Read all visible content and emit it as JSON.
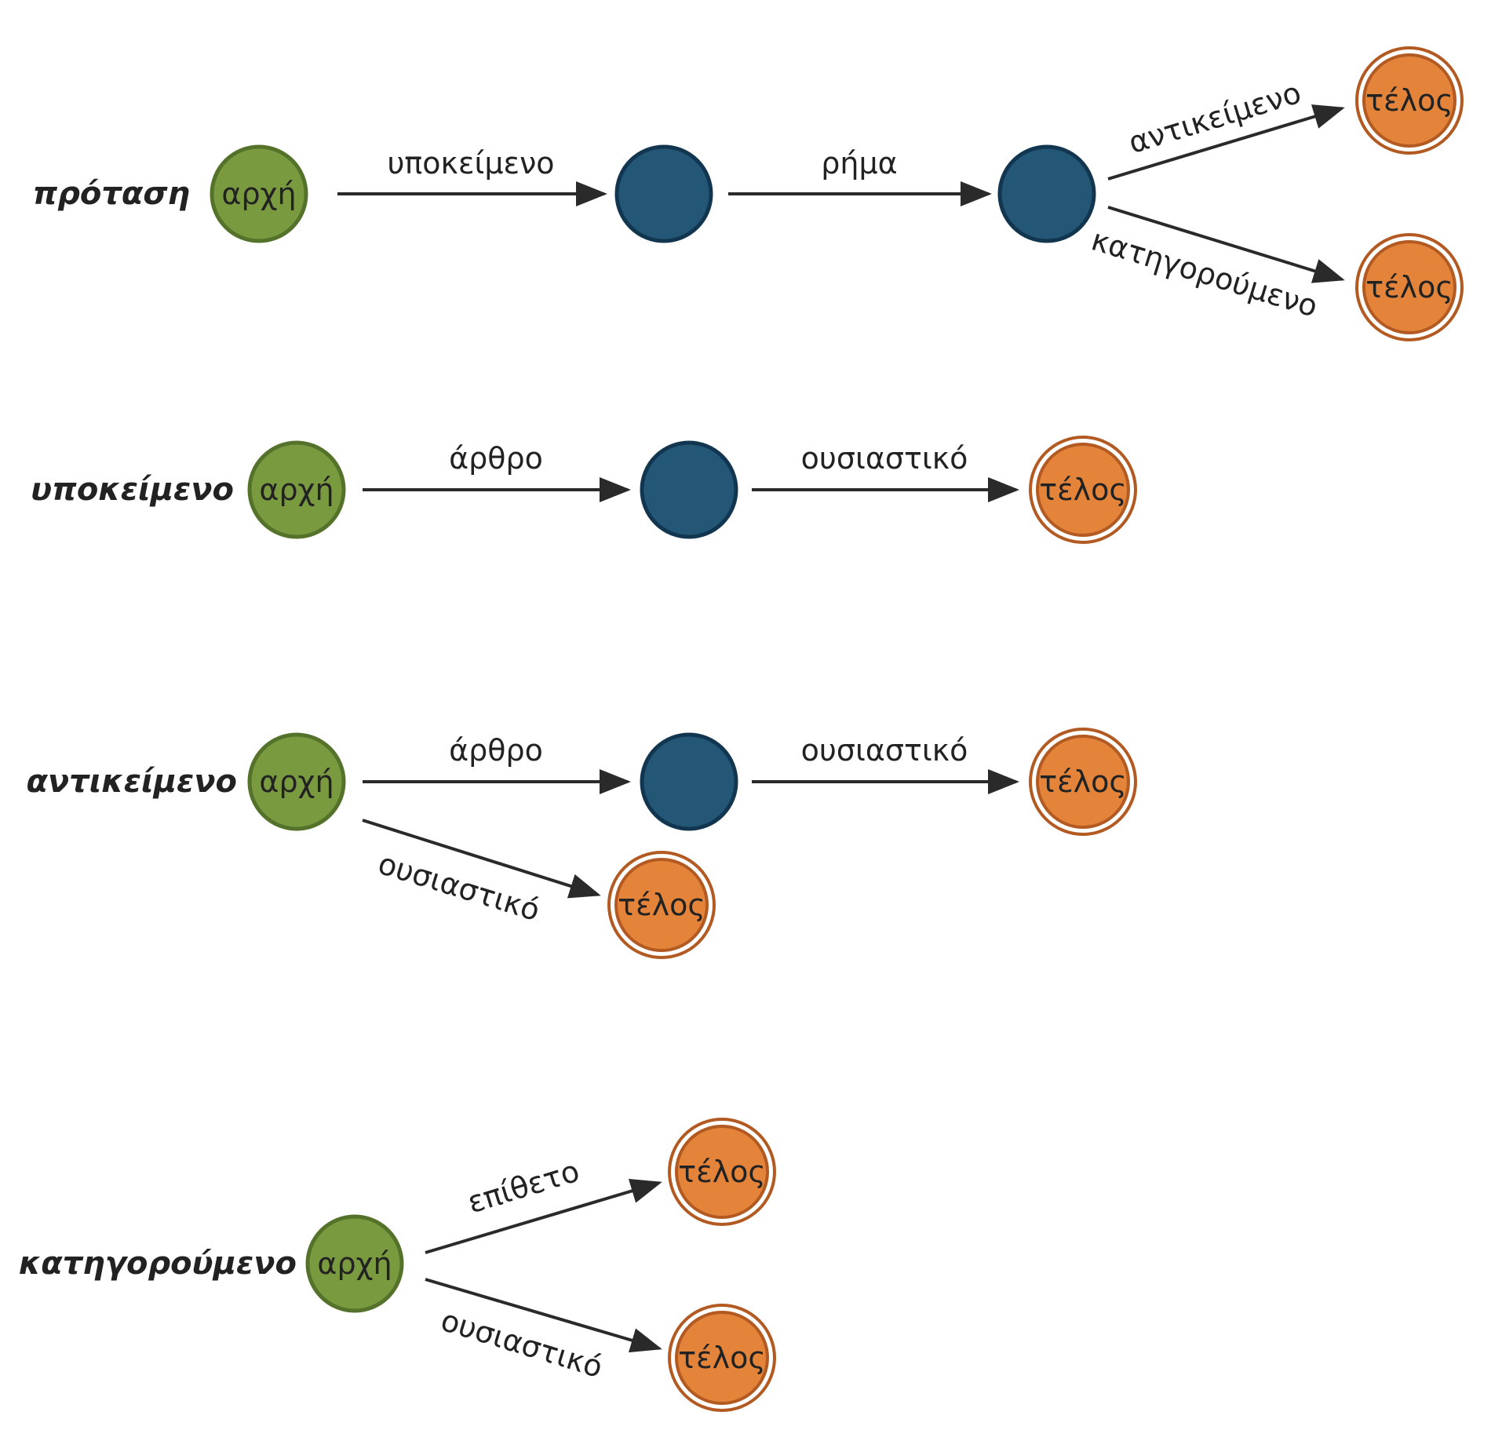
{
  "colors": {
    "start_fill": "#7a9a40",
    "start_stroke": "#55722a",
    "mid_fill": "#245676",
    "mid_stroke": "#123650",
    "end_fill": "#e3843a",
    "end_stroke": "#b25a22",
    "edge": "#2a2a2a"
  },
  "rules": [
    {
      "label": "πρόταση",
      "nodes": [
        {
          "id": "start",
          "kind": "start",
          "text": "αρχή"
        },
        {
          "id": "n1",
          "kind": "mid",
          "text": ""
        },
        {
          "id": "n2",
          "kind": "mid",
          "text": ""
        },
        {
          "id": "e1",
          "kind": "end",
          "text": "τέλος"
        },
        {
          "id": "e2",
          "kind": "end",
          "text": "τέλος"
        }
      ],
      "edges": [
        {
          "from": "start",
          "to": "n1",
          "label": "υποκείμενο"
        },
        {
          "from": "n1",
          "to": "n2",
          "label": "ρήμα"
        },
        {
          "from": "n2",
          "to": "e1",
          "label": "αντικείμενο"
        },
        {
          "from": "n2",
          "to": "e2",
          "label": "κατηγορούμενο"
        }
      ]
    },
    {
      "label": "υποκείμενο",
      "nodes": [
        {
          "id": "start",
          "kind": "start",
          "text": "αρχή"
        },
        {
          "id": "n1",
          "kind": "mid",
          "text": ""
        },
        {
          "id": "e1",
          "kind": "end",
          "text": "τέλος"
        }
      ],
      "edges": [
        {
          "from": "start",
          "to": "n1",
          "label": "άρθρο"
        },
        {
          "from": "n1",
          "to": "e1",
          "label": "ουσιαστικό"
        }
      ]
    },
    {
      "label": "αντικείμενο",
      "nodes": [
        {
          "id": "start",
          "kind": "start",
          "text": "αρχή"
        },
        {
          "id": "n1",
          "kind": "mid",
          "text": ""
        },
        {
          "id": "e1",
          "kind": "end",
          "text": "τέλος"
        },
        {
          "id": "e2",
          "kind": "end",
          "text": "τέλος"
        }
      ],
      "edges": [
        {
          "from": "start",
          "to": "n1",
          "label": "άρθρο"
        },
        {
          "from": "n1",
          "to": "e1",
          "label": "ουσιαστικό"
        },
        {
          "from": "start",
          "to": "e2",
          "label": "ουσιαστικό"
        }
      ]
    },
    {
      "label": "κατηγορούμενο",
      "nodes": [
        {
          "id": "start",
          "kind": "start",
          "text": "αρχή"
        },
        {
          "id": "e1",
          "kind": "end",
          "text": "τέλος"
        },
        {
          "id": "e2",
          "kind": "end",
          "text": "τέλος"
        }
      ],
      "edges": [
        {
          "from": "start",
          "to": "e1",
          "label": "επίθετο"
        },
        {
          "from": "start",
          "to": "e2",
          "label": "ουσιαστικό"
        }
      ]
    }
  ]
}
